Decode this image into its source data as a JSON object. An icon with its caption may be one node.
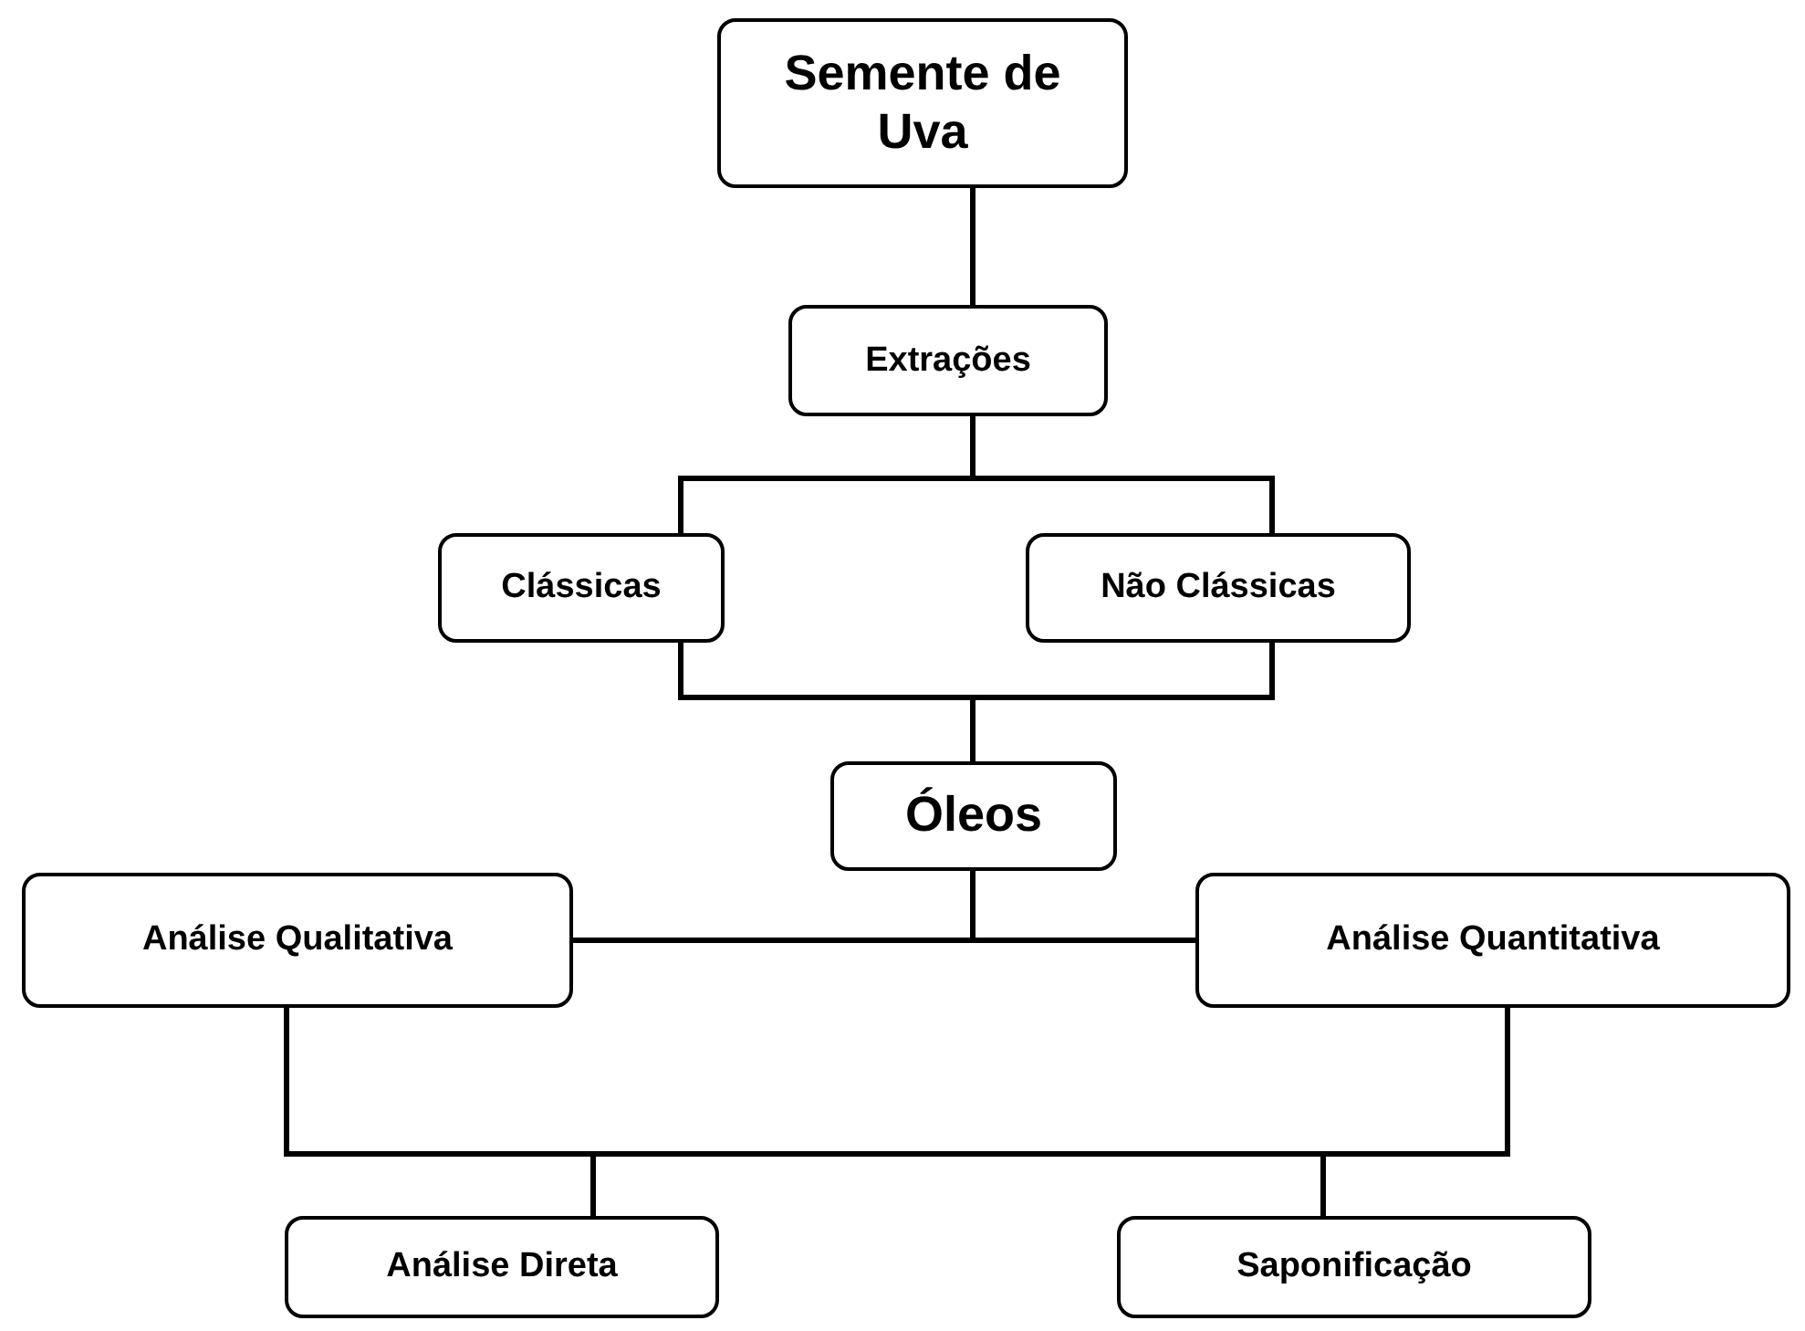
{
  "diagram": {
    "nodes": [
      {
        "text": [
          "Semente de Uva"
        ]
      },
      {
        "text": [
          "Extrações"
        ]
      },
      {
        "text": [
          "Clássicas"
        ]
      },
      {
        "text": [
          "Não Clássicas"
        ]
      },
      {
        "text": [
          "Óleos"
        ]
      },
      {
        "text": [
          "Análise Qualitativa"
        ]
      },
      {
        "text": [
          "Análise Quantitativa"
        ]
      },
      {
        "text": [
          "Análise Direta"
        ]
      },
      {
        "text": [
          "Saponificação"
        ]
      }
    ],
    "edges": [
      {
        "from": 0,
        "to": 1,
        "arrow": "none"
      },
      {
        "from": 1,
        "to": 2,
        "arrow": "none"
      },
      {
        "from": 1,
        "to": 3,
        "arrow": "none"
      },
      {
        "from": 2,
        "to": 4,
        "arrow": "none"
      },
      {
        "from": 3,
        "to": 4,
        "arrow": "none"
      },
      {
        "from": 4,
        "to": 5,
        "arrow": "none"
      },
      {
        "from": 4,
        "to": 6,
        "arrow": "none"
      },
      {
        "from": 5,
        "to": 7,
        "arrow": "none"
      },
      {
        "from": 5,
        "to": 8,
        "arrow": "none"
      },
      {
        "from": 6,
        "to": 7,
        "arrow": "none"
      },
      {
        "from": 6,
        "to": 8,
        "arrow": "none"
      }
    ]
  }
}
